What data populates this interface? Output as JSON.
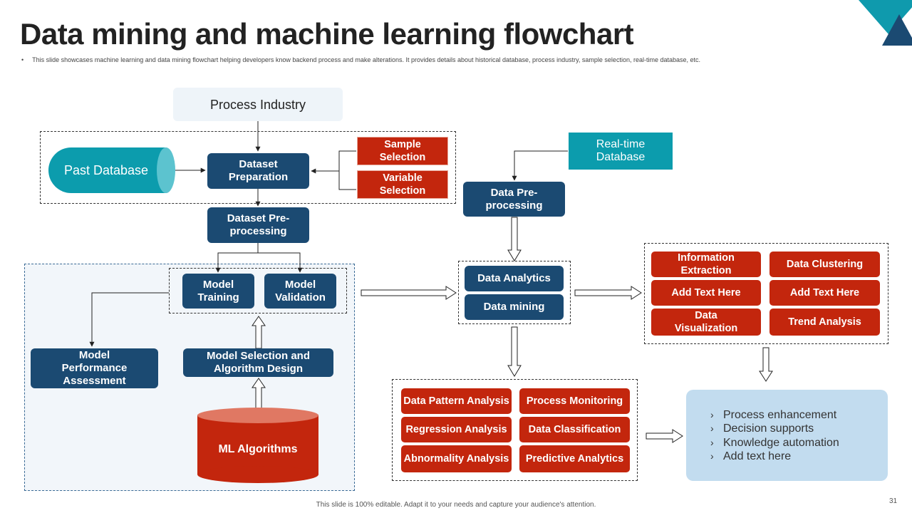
{
  "title": "Data mining and machine learning flowchart",
  "subtitle": "This slide showcases machine learning and data mining  flowchart helping developers know backend process and make  alterations. It provides details about historical database, process industry, sample selection, real-time database, etc.",
  "nodes": {
    "process_industry": "Process Industry",
    "past_database": "Past Database",
    "dataset_preparation": "Dataset Preparation",
    "sample_selection": "Sample Selection",
    "variable_selection": "Variable Selection",
    "dataset_preprocessing": "Dataset Pre-processing",
    "model_training": "Model Training",
    "model_validation": "Model Validation",
    "model_performance": "Model Performance Assessment",
    "model_selection": "Model Selection and Algorithm Design",
    "ml_algorithms": "ML Algorithms",
    "realtime_database": "Real-time Database",
    "data_preprocessing": "Data Pre-processing",
    "data_analytics": "Data Analytics",
    "data_mining": "Data mining"
  },
  "outputs": [
    "Information Extraction",
    "Data Clustering",
    "Add Text Here",
    "Add Text Here",
    "Data Visualization",
    "Trend Analysis"
  ],
  "analyses": [
    "Data Pattern Analysis",
    "Process Monitoring",
    "Regression Analysis",
    "Data Classification",
    "Abnormality Analysis",
    "Predictive Analytics"
  ],
  "benefits": [
    "Process enhancement",
    "Decision supports",
    "Knowledge automation",
    "Add text here"
  ],
  "footer": "This slide is 100% editable. Adapt it to your needs and capture your audience's attention.",
  "page_number": "31",
  "colors": {
    "navy": "#1b4a72",
    "red": "#c3260d",
    "teal": "#0c9cad",
    "light_blue": "#c2dcef"
  }
}
